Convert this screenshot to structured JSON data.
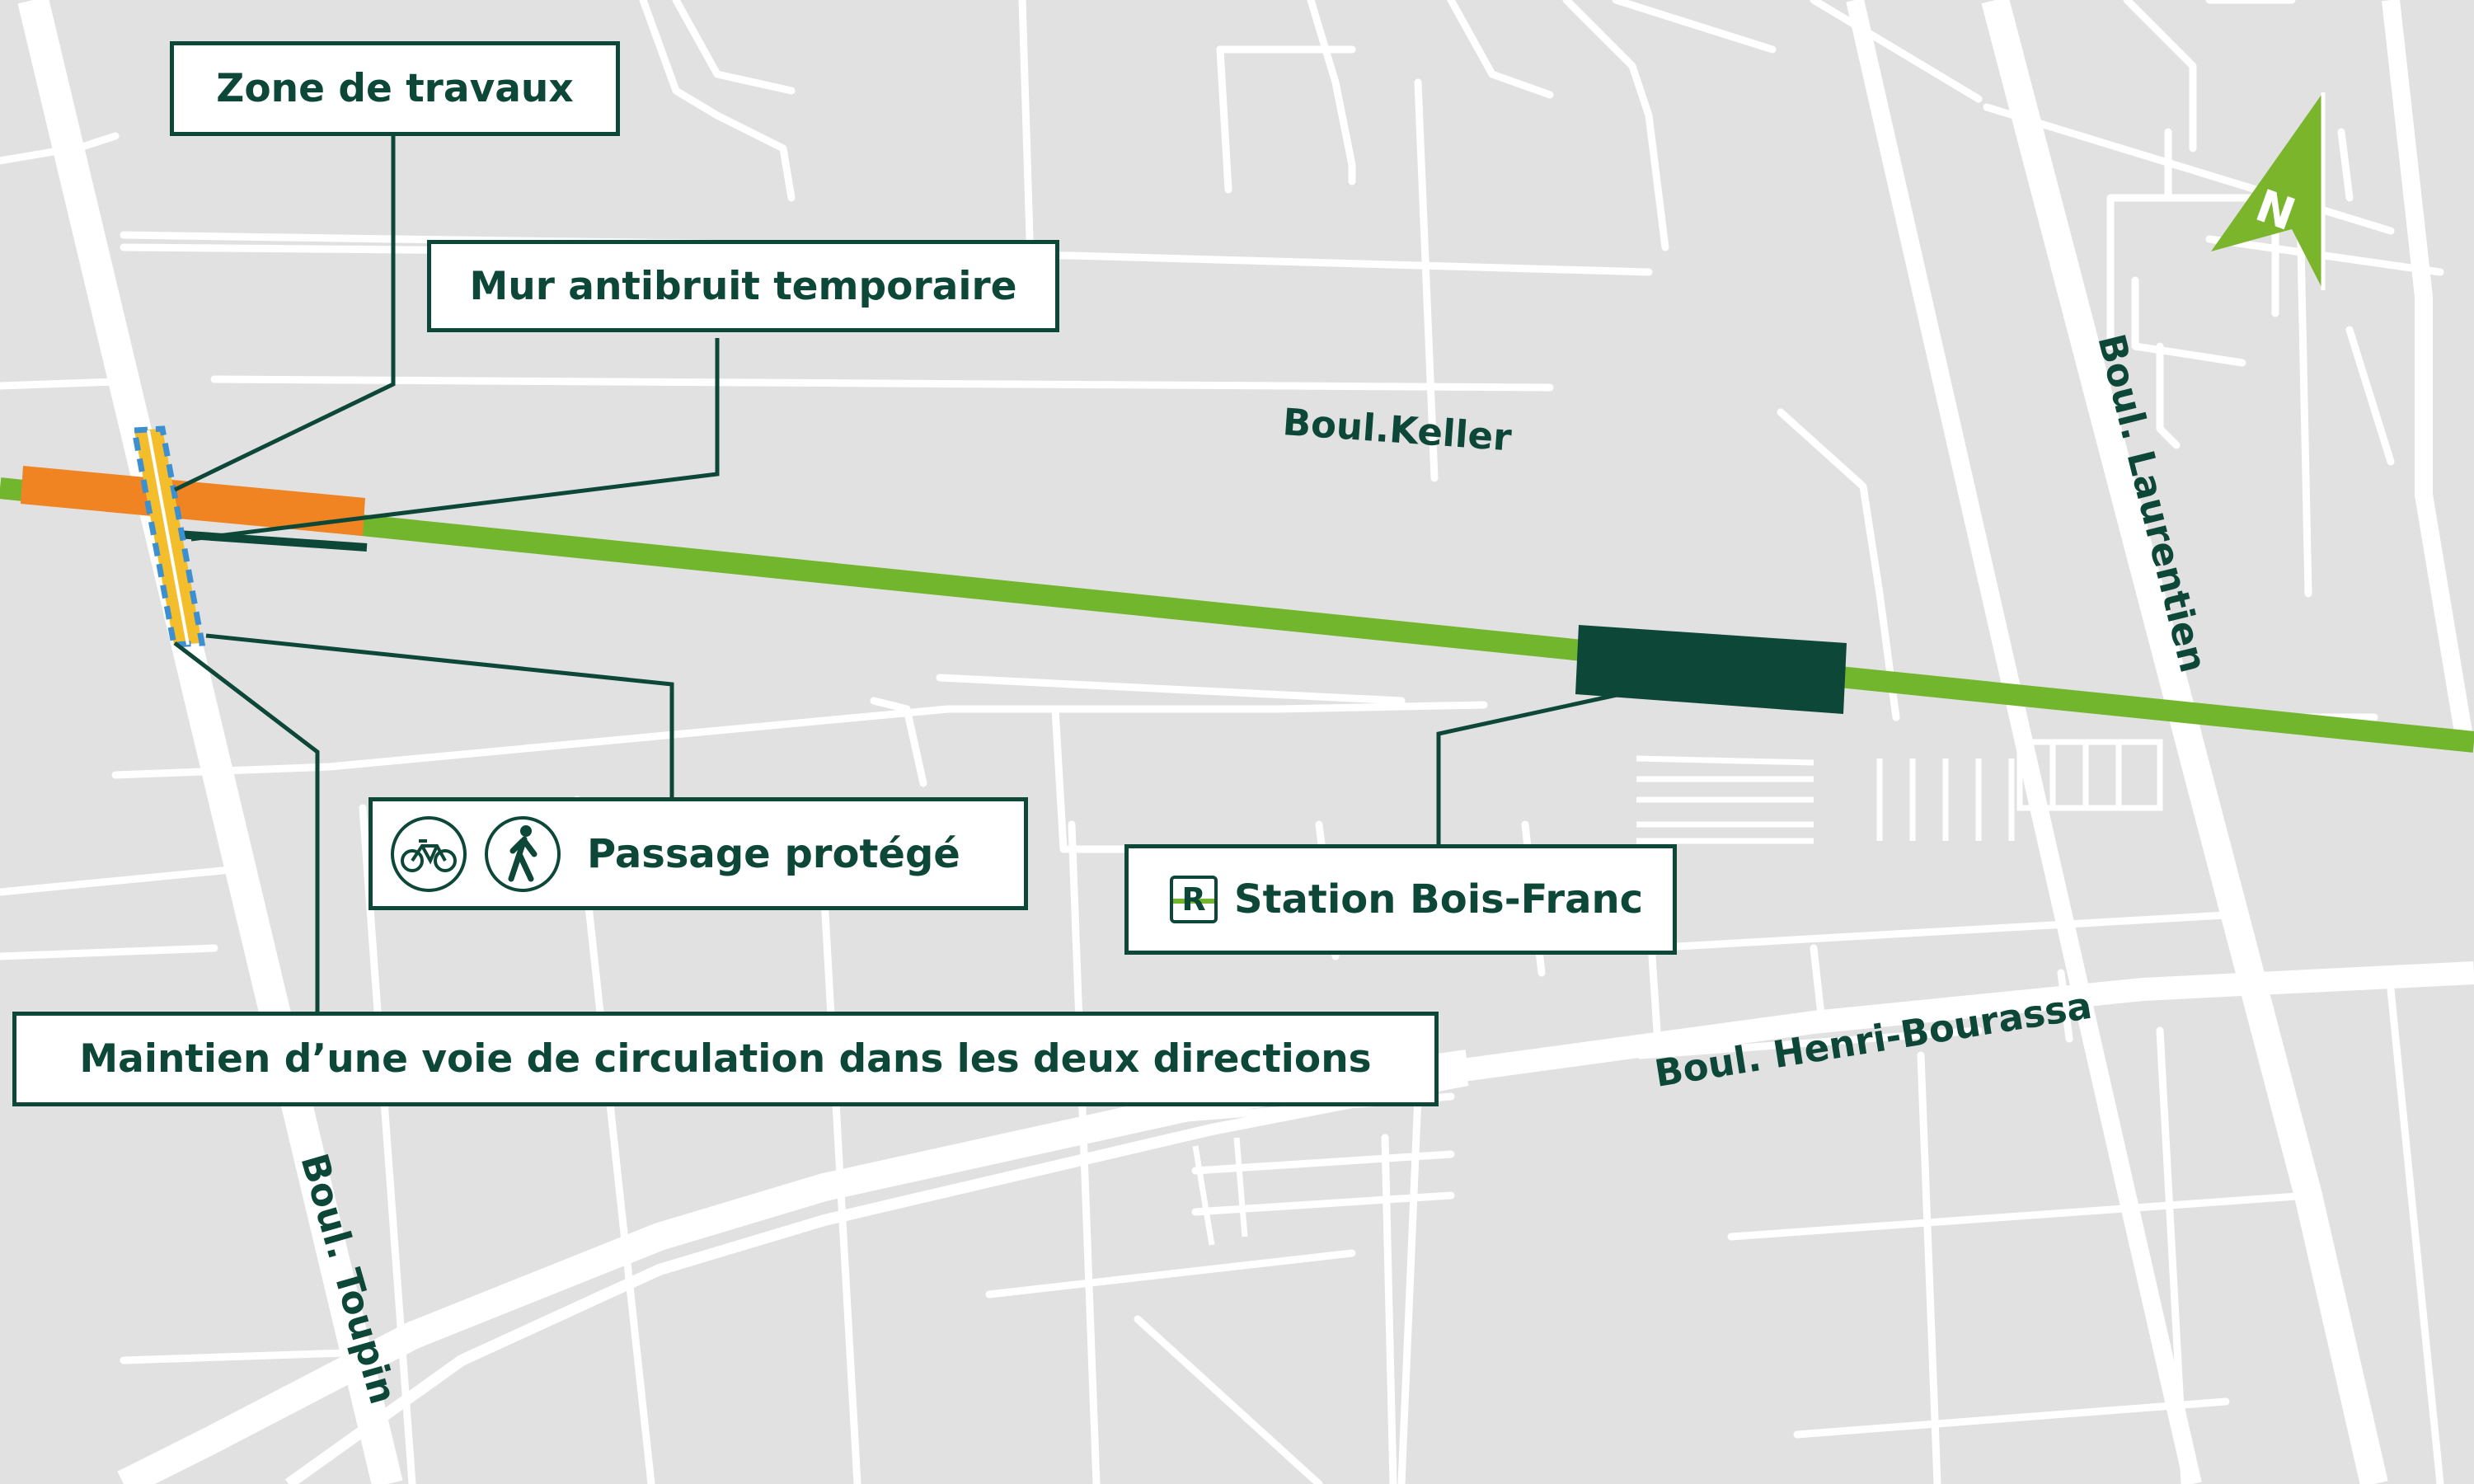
{
  "map": {
    "colors": {
      "background": "#e2e1e2",
      "road": "#ffffff",
      "rail_line": "#72b62e",
      "work_zone": "#f08322",
      "station": "#0d4738",
      "crossing": "#f4bd2b",
      "crossing_outline": "#3c8fd1",
      "label_border": "#0d4738",
      "compass": "#7ab52c"
    },
    "callouts": {
      "zone": "Zone de travaux",
      "mur": "Mur antibruit temporaire",
      "passage": "Passage protégé",
      "station": "Station Bois-Franc",
      "maintien": "Maintien d’une voie de circulation dans les deux directions"
    },
    "icons": {
      "bike": "bicycle-icon",
      "pedestrian": "pedestrian-icon",
      "rem": "rem-station-icon",
      "north": "north-arrow-icon"
    },
    "rem_letter": "R",
    "north_letter": "N",
    "streets": {
      "keller": "Boul.Keller",
      "laurentien": "Boul. Laurentien",
      "henri": "Boul. Henri-Bourassa",
      "toupin": "Boul. Toupin"
    }
  }
}
